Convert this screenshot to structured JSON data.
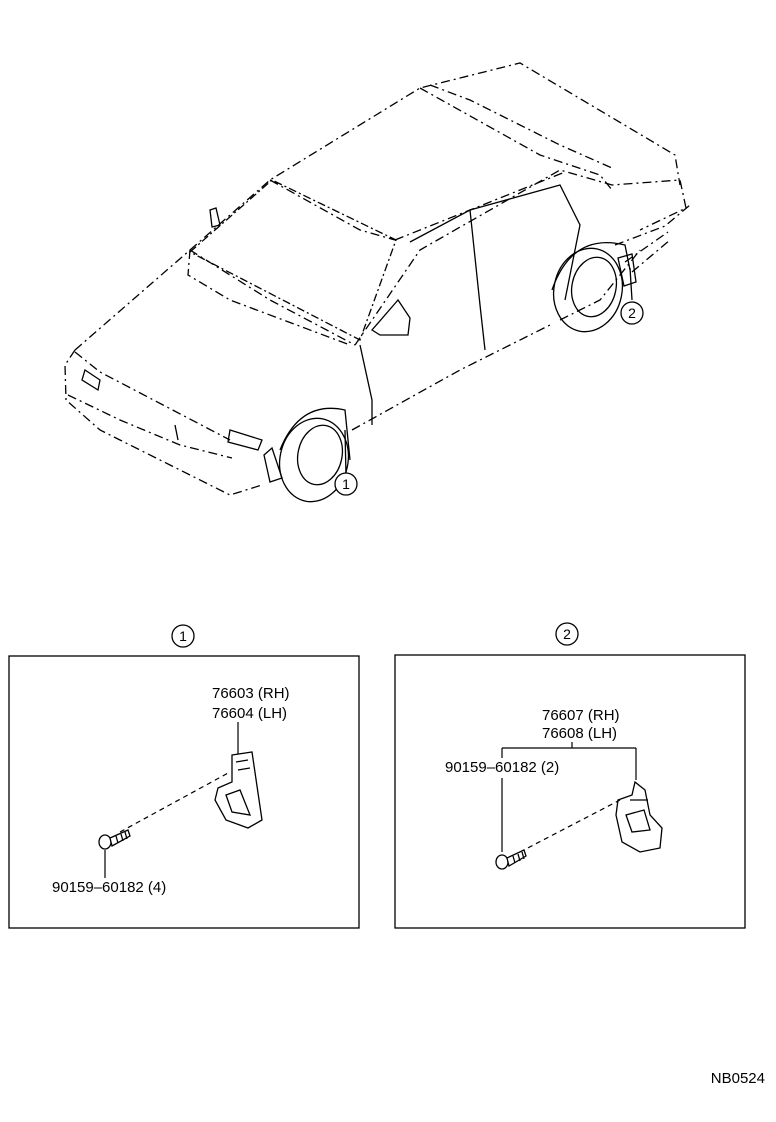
{
  "callouts": {
    "front": "1",
    "rear": "2"
  },
  "panel1": {
    "title": "1",
    "part_rh": "76603 (RH)",
    "part_lh": "76604 (LH)",
    "screw": "90159–60182 (4)"
  },
  "panel2": {
    "title": "2",
    "part_rh": "76607 (RH)",
    "part_lh": "76608 (LH)",
    "screw": "90159–60182 (2)"
  },
  "figure_code": "NB0524"
}
